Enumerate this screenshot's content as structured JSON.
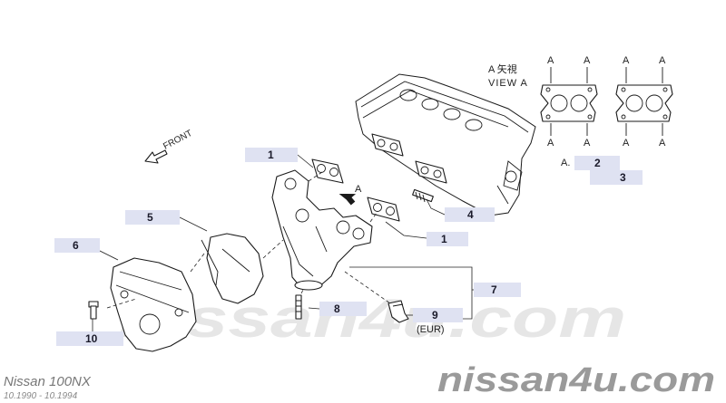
{
  "callouts": [
    {
      "id": "c1a",
      "number": "1"
    },
    {
      "id": "c1b",
      "number": "1"
    },
    {
      "id": "c2",
      "prefix": "A.",
      "number": "2"
    },
    {
      "id": "c3",
      "number": "3"
    },
    {
      "id": "c4",
      "number": "4"
    },
    {
      "id": "c5",
      "number": "5"
    },
    {
      "id": "c6",
      "number": "6"
    },
    {
      "id": "c7",
      "number": "7"
    },
    {
      "id": "c8",
      "number": "8"
    },
    {
      "id": "c9",
      "number": "9",
      "note": "(EUR)"
    },
    {
      "id": "c10",
      "number": "10"
    }
  ],
  "labels": {
    "front": "FRONT",
    "view_jp": "A 矢視",
    "view_en": "VIEW A",
    "arrow_a": "A",
    "gasket_letter": "A"
  },
  "watermark": {
    "center": "nissan4u.com",
    "bottom": "nissan4u.com"
  },
  "footer": {
    "model": "Nissan 100NX",
    "dates": "10.1990 - 10.1994"
  }
}
